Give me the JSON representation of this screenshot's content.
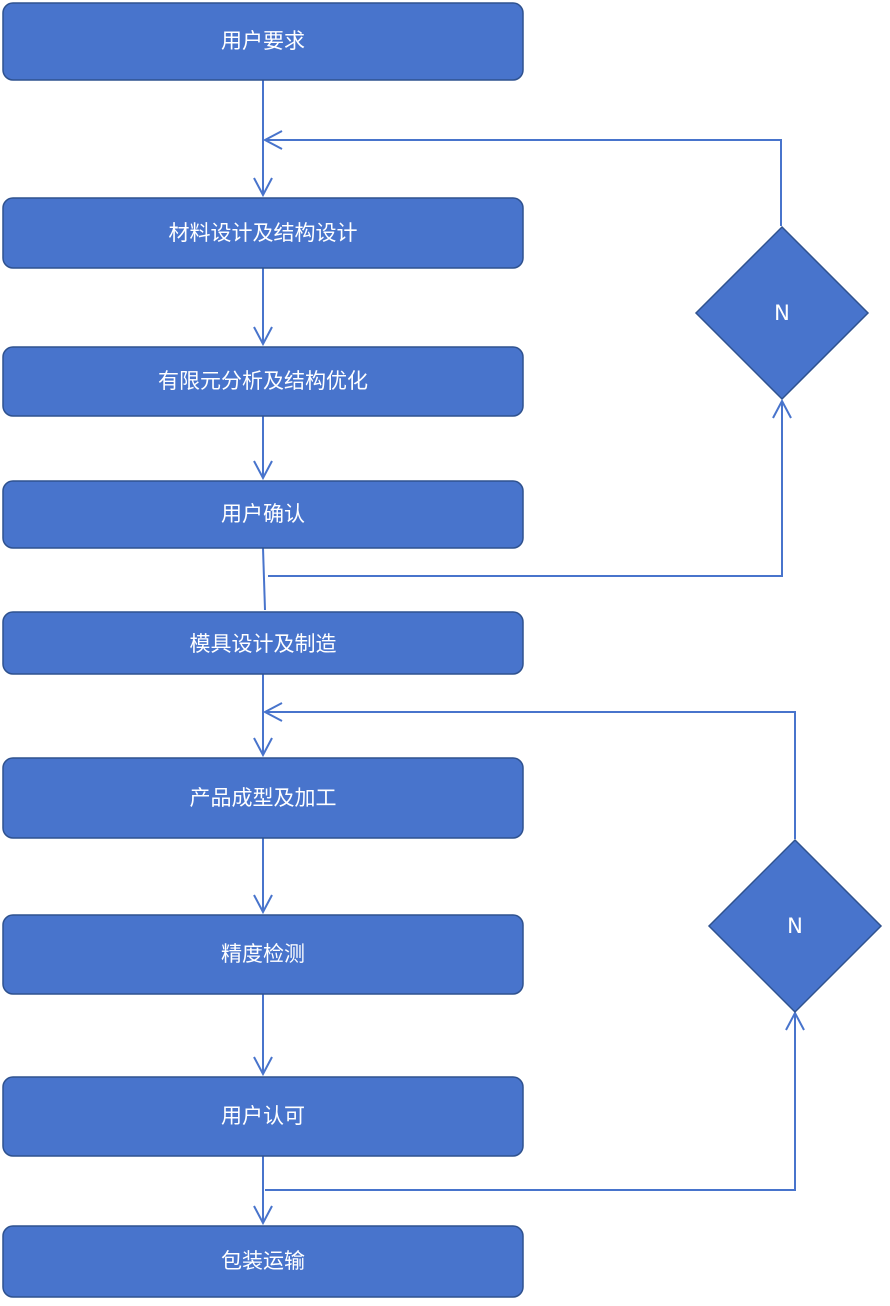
{
  "diagram": {
    "steps": [
      {
        "id": "s1",
        "label": "用户要求"
      },
      {
        "id": "s2",
        "label": "材料设计及结构设计"
      },
      {
        "id": "s3",
        "label": "有限元分析及结构优化"
      },
      {
        "id": "s4",
        "label": "用户确认"
      },
      {
        "id": "s5",
        "label": "模具设计及制造"
      },
      {
        "id": "s6",
        "label": "产品成型及加工"
      },
      {
        "id": "s7",
        "label": "精度检测"
      },
      {
        "id": "s8",
        "label": "用户认可"
      },
      {
        "id": "s9",
        "label": "包装运输"
      }
    ],
    "decisions": [
      {
        "id": "d1",
        "label": "N"
      },
      {
        "id": "d2",
        "label": "N"
      }
    ],
    "colors": {
      "box_fill": "#4874cc",
      "box_border": "#2f528f",
      "line": "#4874cc",
      "text": "#ffffff"
    }
  }
}
